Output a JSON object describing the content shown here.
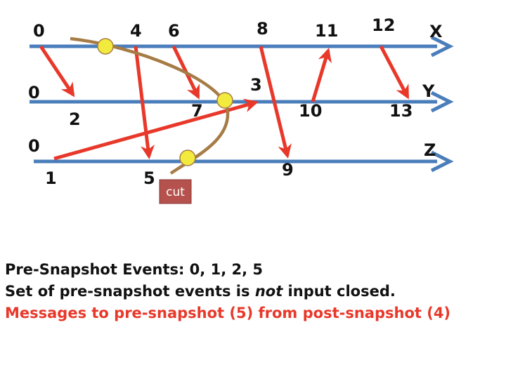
{
  "processes": [
    "X",
    "Y",
    "Z"
  ],
  "events": {
    "x0": "0",
    "x4": "4",
    "x6": "6",
    "x8": "8",
    "x11": "11",
    "x12": "12",
    "y0": "0",
    "y2": "2",
    "y7": "7",
    "y3": "3",
    "y10": "10",
    "y13": "13",
    "z0": "0",
    "z1": "1",
    "z5": "5",
    "z9": "9"
  },
  "cut_label": "cut",
  "caption": {
    "line1": "Pre-Snapshot Events: 0, 1, 2, 5",
    "line2_pre": "Set of pre-snapshot events is ",
    "line2_em": "not",
    "line2_post": " input closed.",
    "line3": "Messages to pre-snapshot (5) from post-snapshot (4)"
  },
  "colors": {
    "timeline": "#4a7ebb",
    "message": "#e8382a",
    "cut": "#a67c46",
    "marker": "#f2ea3c",
    "cut_box": "#b5524d",
    "caption_highlight": "#e8382a"
  }
}
